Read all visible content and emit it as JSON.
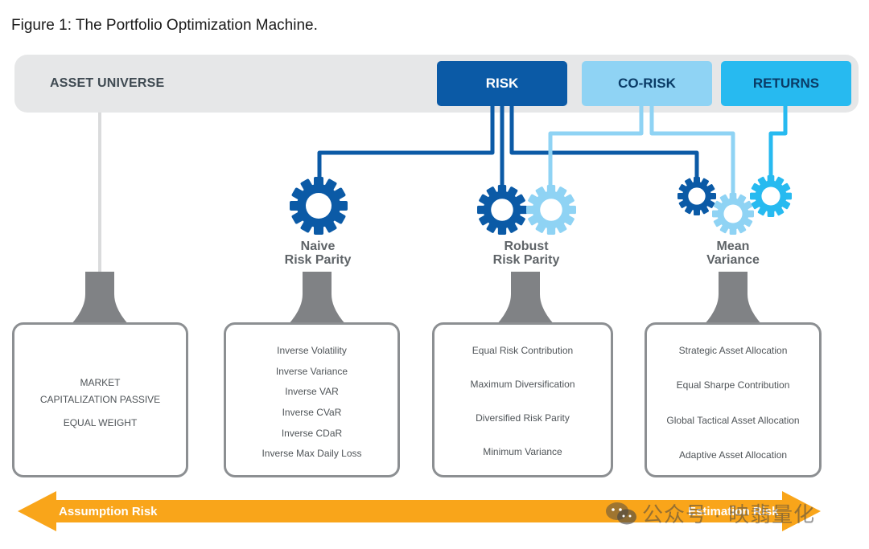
{
  "figure": {
    "title": "Figure 1: The Portfolio Optimization Machine."
  },
  "top_bar": {
    "asset_universe": "ASSET UNIVERSE",
    "risk": "RISK",
    "co_risk": "CO-RISK",
    "returns": "RETURNS"
  },
  "strategies": [
    {
      "line1": "Naive",
      "line2": "Risk Parity"
    },
    {
      "line1": "Robust",
      "line2": "Risk Parity"
    },
    {
      "line1": "Mean",
      "line2": "Variance"
    }
  ],
  "boxes": {
    "market": [
      "MARKET",
      "CAPITALIZATION PASSIVE",
      "EQUAL WEIGHT"
    ],
    "naive": [
      "Inverse Volatility",
      "Inverse Variance",
      "Inverse VAR",
      "Inverse CVaR",
      "Inverse CDaR",
      "Inverse Max Daily Loss"
    ],
    "robust": [
      "Equal Risk Contribution",
      "Maximum Diversification",
      "Diversified Risk Parity",
      "Minimum Variance"
    ],
    "mean_variance": [
      "Strategic Asset Allocation",
      "Equal Sharpe Contribution",
      "Global Tactical Asset Allocation",
      "Adaptive Asset Allocation"
    ]
  },
  "arrow": {
    "left_label": "Assumption Risk",
    "right_label": "Estimation Risk"
  },
  "watermark": {
    "text": "公众号 · 映翡量化"
  },
  "colors": {
    "risk": "#0b5aa6",
    "co_risk": "#8fd3f4",
    "returns": "#27baf0",
    "arrow": "#f9a51a",
    "funnel": "#808285",
    "bar": "#e6e7e8"
  }
}
